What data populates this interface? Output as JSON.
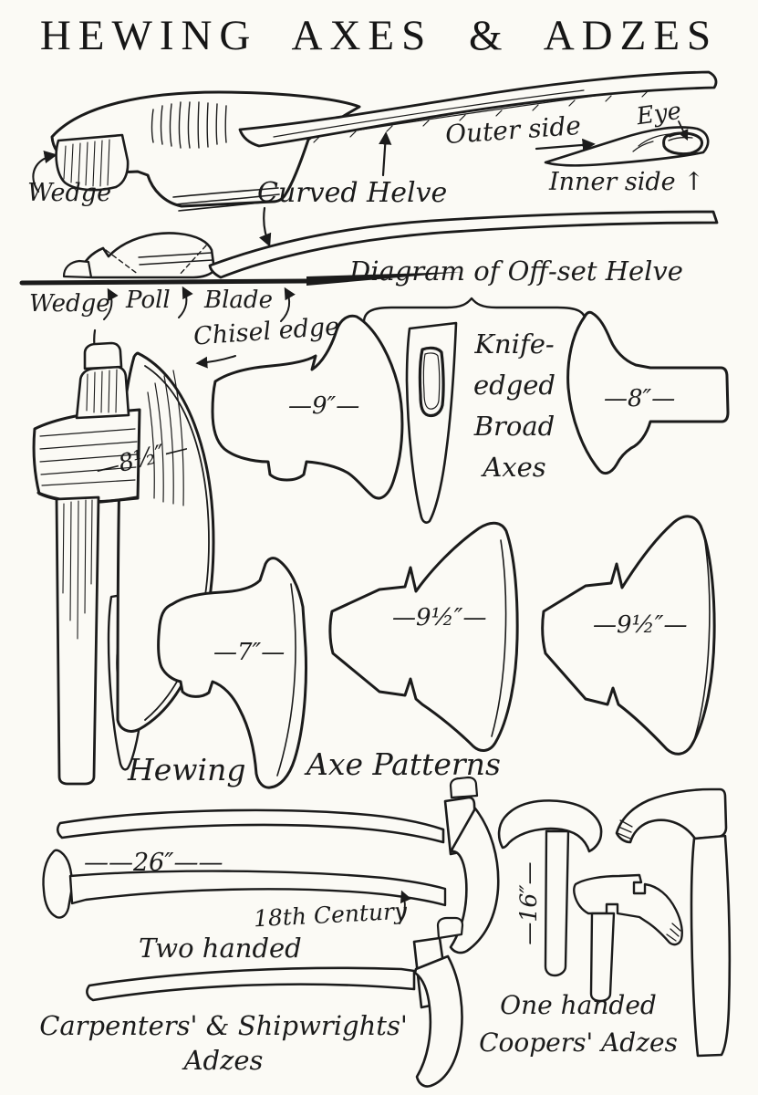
{
  "title": "HEWING AXES & ADZES",
  "colors": {
    "paper": "#fbfaf5",
    "ink": "#1b1b1b"
  },
  "top_axe": {
    "wedge": "Wedge",
    "curved_helve": "Curved Helve",
    "outer_side": "Outer side",
    "eye": "Eye",
    "inner_side": "Inner side ↑"
  },
  "offset_helve": {
    "wedge": "Wedge",
    "poll": "Poll",
    "blade": "Blade",
    "caption": "Diagram of Off-set Helve"
  },
  "broad_axes": {
    "chisel_edge": "Chisel edge",
    "knife_edged": "Knife-\nedged\nBroad\nAxes",
    "size_broad_axe": "—8½″—",
    "size_pattern_9": "—9″—",
    "size_pattern_8": "—8″—"
  },
  "hewing_patterns": {
    "size_pattern_7": "—7″—",
    "size_pattern_9_5_a": "—9½″—",
    "size_pattern_9_5_b": "—9½″—",
    "caption_left": "Hewing",
    "caption_right": "Axe Patterns"
  },
  "adzes": {
    "length_26": "——26″——",
    "century": "18th Century",
    "two_handed": "Two handed",
    "carpenters_caption": "Carpenters' & Shipwrights'\nAdzes",
    "length_16": "—16″—",
    "coopers_caption": "One handed\nCoopers' Adzes"
  }
}
